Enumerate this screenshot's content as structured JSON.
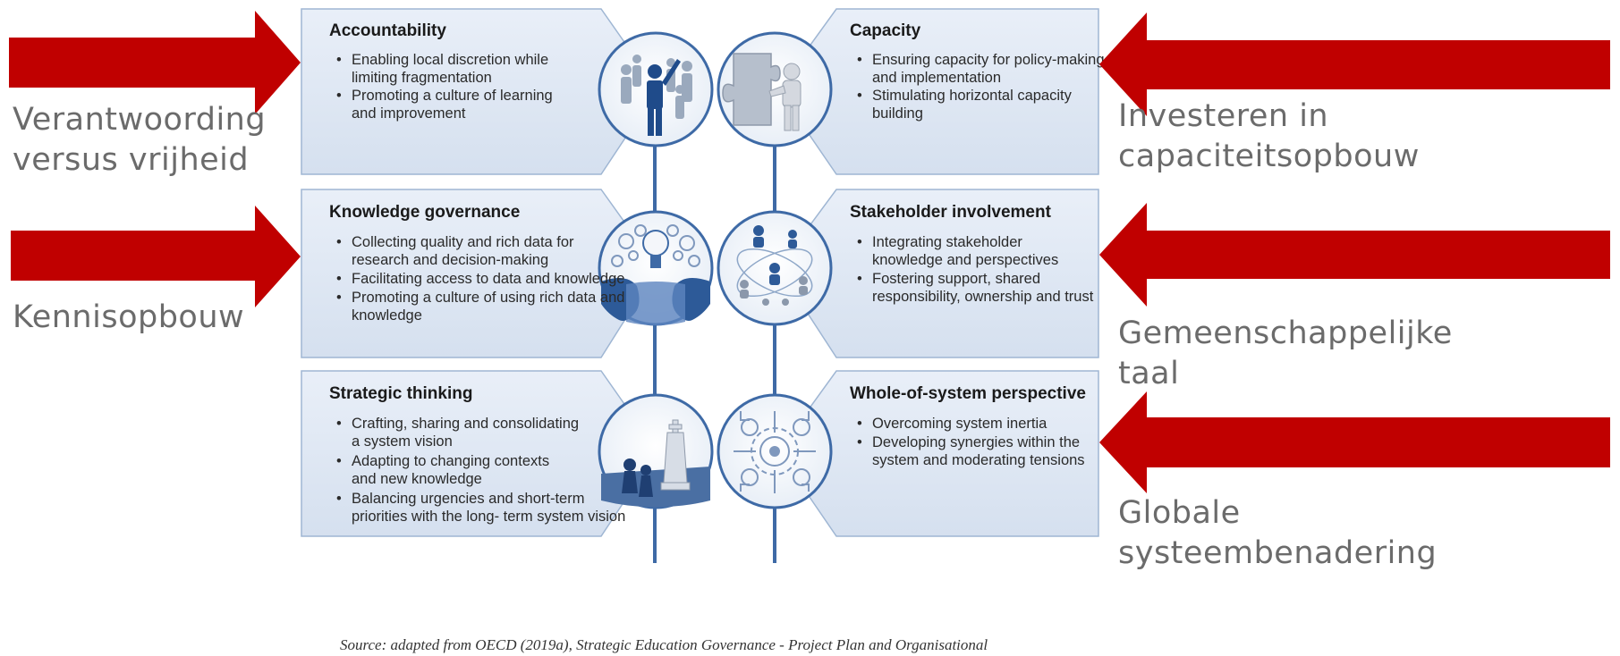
{
  "panels": {
    "accountability": {
      "title": "Accountability",
      "bullets": [
        [
          "Enabling local discretion while",
          "limiting fragmentation"
        ],
        [
          "Promoting a culture of learning",
          "and improvement"
        ]
      ]
    },
    "capacity": {
      "title": "Capacity",
      "bullets": [
        [
          "Ensuring capacity for policy-making",
          "and implementation"
        ],
        [
          "Stimulating horizontal capacity",
          "building"
        ]
      ]
    },
    "knowledge": {
      "title": "Knowledge governance",
      "bullets": [
        [
          "Collecting quality and rich data for",
          "research and decision-making"
        ],
        [
          "Facilitating access to data and knowledge"
        ],
        [
          "Promoting a culture of using rich data and",
          "knowledge"
        ]
      ]
    },
    "stakeholder": {
      "title": "Stakeholder involvement",
      "bullets": [
        [
          "Integrating stakeholder",
          "knowledge and perspectives"
        ],
        [
          "Fostering support, shared",
          "responsibility, ownership and trust"
        ]
      ]
    },
    "strategic": {
      "title": "Strategic thinking",
      "bullets": [
        [
          "Crafting, sharing and consolidating",
          "a system vision"
        ],
        [
          "Adapting to changing contexts",
          "and new knowledge"
        ],
        [
          "Balancing urgencies and short-term",
          "priorities with the long- term system vision"
        ]
      ]
    },
    "whole_system": {
      "title": "Whole-of-system perspective",
      "bullets": [
        [
          "Overcoming system inertia"
        ],
        [
          "Developing synergies within the",
          "system and moderating tensions"
        ]
      ]
    }
  },
  "annotations": {
    "left_1": [
      "Verantwoording",
      "versus vrijheid"
    ],
    "left_2": [
      "Kennisopbouw"
    ],
    "right_1": [
      "Investeren in",
      "capaciteitsopbouw"
    ],
    "right_2": [
      "Gemeenschappelijke",
      "taal"
    ],
    "right_3": [
      "Globale",
      "systeembenadering"
    ]
  },
  "source_text": "Source: adapted from OECD (2019a), Strategic Education Governance - Project Plan and Organisational",
  "colors": {
    "arrow": "#c00000",
    "panel_fill": "#dfe8f4",
    "panel_border": "#9fb6d3",
    "connector": "#3e6aa6",
    "circle_ring": "#3e6aa6",
    "annotation_text": "#6b6b6b"
  },
  "icons": {
    "accountability": "people-leader-icon",
    "capacity": "puzzle-figure-icon",
    "knowledge": "lightbulb-gears-heads-icon",
    "stakeholder": "network-people-icon",
    "strategic": "chess-pieces-icon",
    "whole_system": "gears-circuit-icon"
  }
}
